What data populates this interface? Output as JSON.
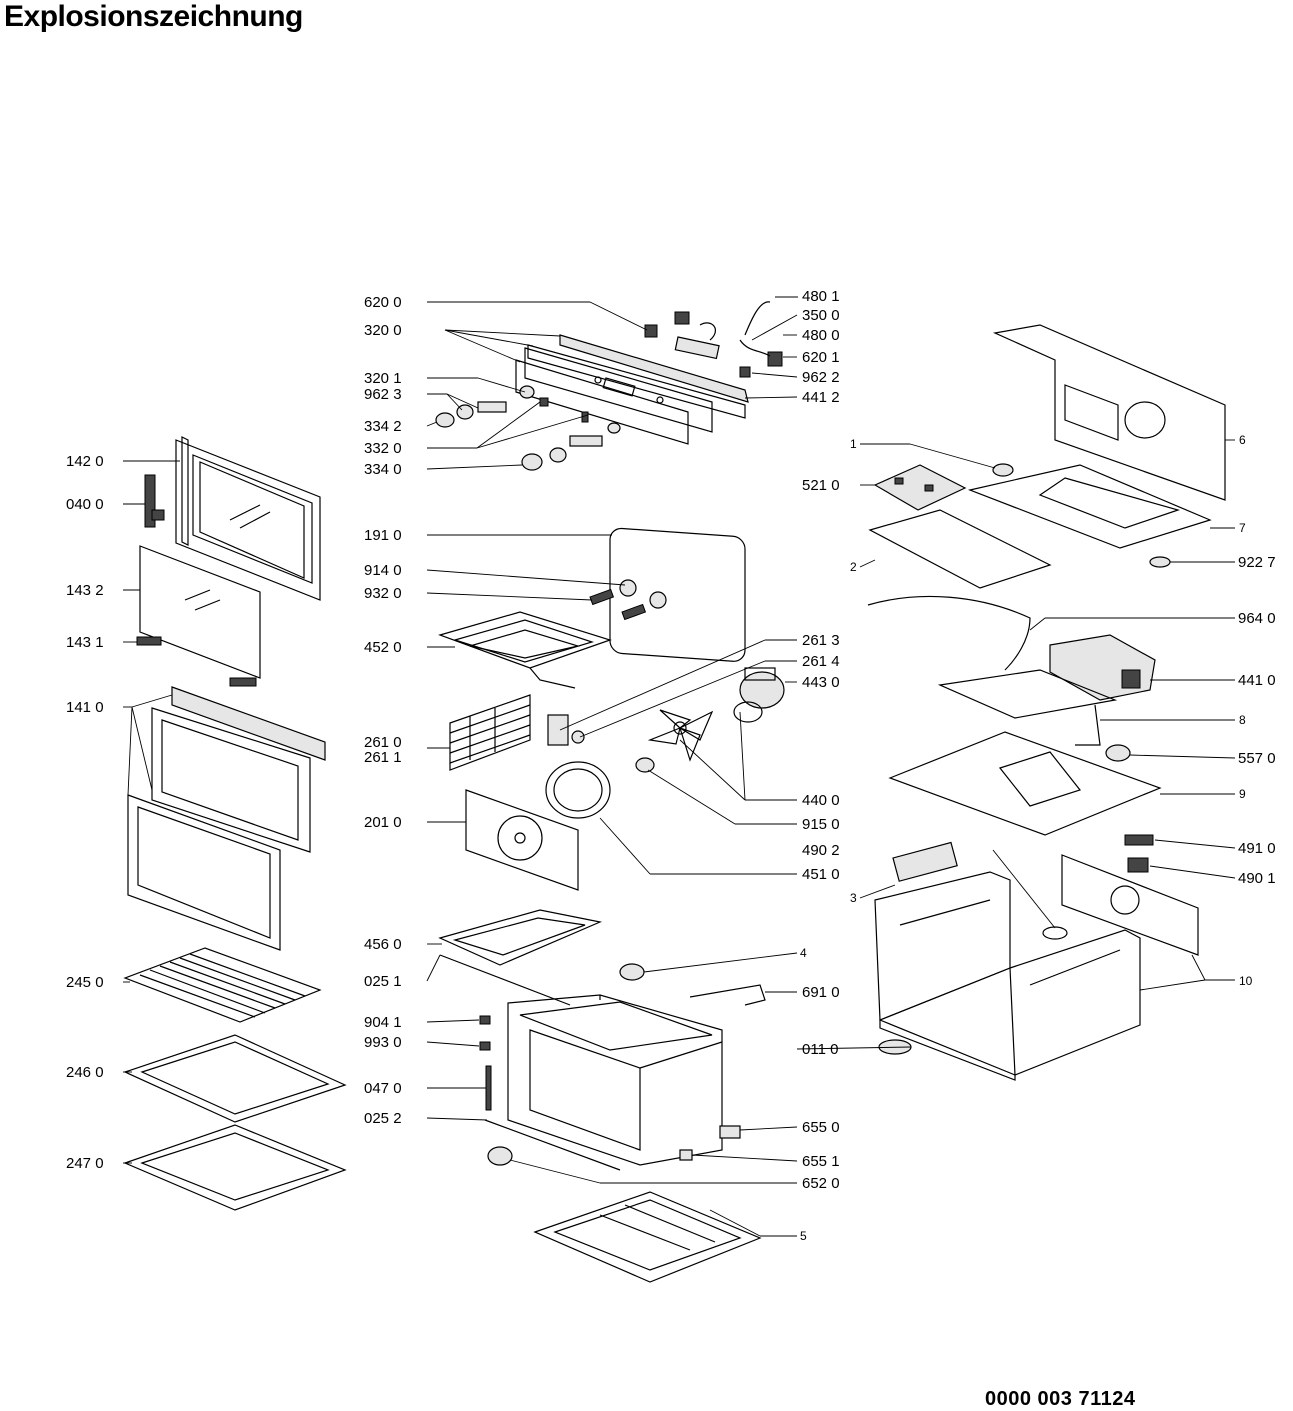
{
  "title": "Explosionszeichnung",
  "document_number": "0000 003 71124",
  "labels": [
    {
      "id": "l6200",
      "text": "620 0"
    },
    {
      "id": "l3200",
      "text": "320 0"
    },
    {
      "id": "l3201",
      "text": "320 1"
    },
    {
      "id": "l9623",
      "text": "962 3"
    },
    {
      "id": "l3342",
      "text": "334 2"
    },
    {
      "id": "l3320",
      "text": "332 0"
    },
    {
      "id": "l3340",
      "text": "334 0"
    },
    {
      "id": "l4801",
      "text": "480 1"
    },
    {
      "id": "l3500",
      "text": "350 0"
    },
    {
      "id": "l4800",
      "text": "480 0"
    },
    {
      "id": "l6201",
      "text": "620 1"
    },
    {
      "id": "l9622",
      "text": "962 2"
    },
    {
      "id": "l4412",
      "text": "441 2"
    },
    {
      "id": "l1420",
      "text": "142 0"
    },
    {
      "id": "l0400",
      "text": "040 0"
    },
    {
      "id": "l1432",
      "text": "143 2"
    },
    {
      "id": "l1431",
      "text": "143 1"
    },
    {
      "id": "l1410",
      "text": "141 0"
    },
    {
      "id": "l1910",
      "text": "191 0"
    },
    {
      "id": "l9140",
      "text": "914 0"
    },
    {
      "id": "l9320",
      "text": "932 0"
    },
    {
      "id": "l4520",
      "text": "452 0"
    },
    {
      "id": "l2610",
      "text": "261 0"
    },
    {
      "id": "l2611",
      "text": "261 1"
    },
    {
      "id": "l2010",
      "text": "201 0"
    },
    {
      "id": "l2613",
      "text": "261 3"
    },
    {
      "id": "l2614",
      "text": "261 4"
    },
    {
      "id": "l4430",
      "text": "443 0"
    },
    {
      "id": "l4400",
      "text": "440 0"
    },
    {
      "id": "l9150",
      "text": "915 0"
    },
    {
      "id": "l4902",
      "text": "490 2"
    },
    {
      "id": "l4510",
      "text": "451 0"
    },
    {
      "id": "l4560",
      "text": "456 0"
    },
    {
      "id": "l0251",
      "text": "025 1"
    },
    {
      "id": "l9041",
      "text": "904 1"
    },
    {
      "id": "l9930",
      "text": "993 0"
    },
    {
      "id": "l0470",
      "text": "047 0"
    },
    {
      "id": "l0252",
      "text": "025 2"
    },
    {
      "id": "l4",
      "text": "4"
    },
    {
      "id": "l6910",
      "text": "691 0"
    },
    {
      "id": "l0110",
      "text": "011 0"
    },
    {
      "id": "l6550",
      "text": "655 0"
    },
    {
      "id": "l6551",
      "text": "655 1"
    },
    {
      "id": "l6520",
      "text": "652 0"
    },
    {
      "id": "l5",
      "text": "5"
    },
    {
      "id": "l2450",
      "text": "245 0"
    },
    {
      "id": "l2460",
      "text": "246 0"
    },
    {
      "id": "l2470",
      "text": "247 0"
    },
    {
      "id": "l1",
      "text": "1"
    },
    {
      "id": "l6",
      "text": "6"
    },
    {
      "id": "l5210",
      "text": "521 0"
    },
    {
      "id": "l7",
      "text": "7"
    },
    {
      "id": "l2",
      "text": "2"
    },
    {
      "id": "l9227",
      "text": "922 7"
    },
    {
      "id": "l9640",
      "text": "964 0"
    },
    {
      "id": "l4410",
      "text": "441 0"
    },
    {
      "id": "l8",
      "text": "8"
    },
    {
      "id": "l5570",
      "text": "557 0"
    },
    {
      "id": "l9",
      "text": "9"
    },
    {
      "id": "l4910",
      "text": "491 0"
    },
    {
      "id": "l4901",
      "text": "490 1"
    },
    {
      "id": "l3",
      "text": "3"
    },
    {
      "id": "l10",
      "text": "10"
    }
  ]
}
